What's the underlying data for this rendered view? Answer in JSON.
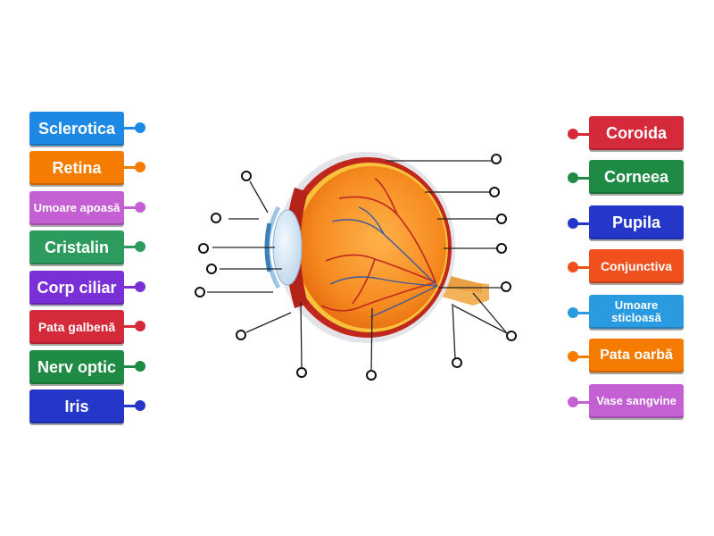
{
  "labels_left": [
    {
      "id": "sclerotica",
      "text": "Sclerotica",
      "color": "#1e88e5",
      "size": "normal"
    },
    {
      "id": "retina",
      "text": "Retina",
      "color": "#f57c00",
      "size": "normal"
    },
    {
      "id": "umoare-apoasa",
      "text": "Umoare apoasă",
      "color": "#c45fd4",
      "size": "tiny"
    },
    {
      "id": "cristalin",
      "text": "Cristalin",
      "color": "#2e9b5e",
      "size": "normal"
    },
    {
      "id": "corp-ciliar",
      "text": "Corp ciliar",
      "color": "#7b2fd6",
      "size": "normal"
    },
    {
      "id": "pata-galbena",
      "text": "Pata galbenă",
      "color": "#d42a3a",
      "size": "small"
    },
    {
      "id": "nerv-optic",
      "text": "Nerv optic",
      "color": "#1f8a43",
      "size": "normal"
    },
    {
      "id": "iris",
      "text": "Iris",
      "color": "#2437c9",
      "size": "normal"
    }
  ],
  "labels_right": [
    {
      "id": "coroida",
      "text": "Coroida",
      "color": "#d42a3a",
      "size": "normal"
    },
    {
      "id": "corneea",
      "text": "Corneea",
      "color": "#1f8a43",
      "size": "normal"
    },
    {
      "id": "pupila",
      "text": "Pupila",
      "color": "#2437c9",
      "size": "normal"
    },
    {
      "id": "conjunctiva",
      "text": "Conjunctiva",
      "color": "#f0501e",
      "size": "small"
    },
    {
      "id": "umoare-sticloasa",
      "text": "Umoare sticloasă",
      "color": "#2a9be0",
      "size": "tiny"
    },
    {
      "id": "pata-oarba",
      "text": "Pata oarbă",
      "color": "#f57c00",
      "size": "normal"
    },
    {
      "id": "vase-sangvine",
      "text": "Vase sangvine",
      "color": "#c45fd4",
      "size": "tiny"
    }
  ]
}
